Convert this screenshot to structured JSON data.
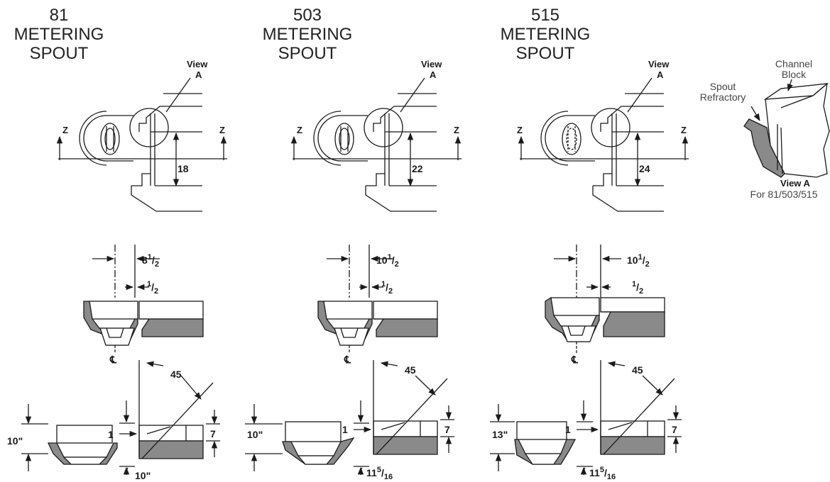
{
  "spouts": [
    {
      "number": "81",
      "word1": "METERING",
      "word2": "SPOUT",
      "view_label": "View",
      "view_letter": "A",
      "z_label": "Z",
      "plan_dim": "18",
      "top_dim": "8",
      "top_dim_frac": "1",
      "top_dim_frac_den": "2",
      "offset_frac": "1",
      "offset_frac_den": "2",
      "cl": "℄",
      "angle": "45",
      "left_height": "10\"",
      "gap": "1",
      "right_height": "7",
      "bottom_dim": "10\"",
      "bottom_dim_frac": "",
      "bottom_dim_frac_den": ""
    },
    {
      "number": "503",
      "word1": "METERING",
      "word2": "SPOUT",
      "view_label": "View",
      "view_letter": "A",
      "z_label": "Z",
      "plan_dim": "22",
      "top_dim": "10",
      "top_dim_frac": "1",
      "top_dim_frac_den": "2",
      "offset_frac": "1",
      "offset_frac_den": "2",
      "cl": "℄",
      "angle": "45",
      "left_height": "10\"",
      "gap": "1",
      "right_height": "7",
      "bottom_dim": "11",
      "bottom_dim_frac": "5",
      "bottom_dim_frac_den": "16"
    },
    {
      "number": "515",
      "word1": "METERING",
      "word2": "SPOUT",
      "view_label": "View",
      "view_letter": "A",
      "z_label": "Z",
      "plan_dim": "24",
      "top_dim": "10",
      "top_dim_frac": "1",
      "top_dim_frac_den": "2",
      "offset_frac": "1",
      "offset_frac_den": "2",
      "cl": "℄",
      "angle": "45",
      "left_height": "13\"",
      "gap": "1",
      "right_height": "7",
      "bottom_dim": "11",
      "bottom_dim_frac": "5",
      "bottom_dim_frac_den": "16"
    }
  ],
  "view_a": {
    "channel_label_1": "Channel",
    "channel_label_2": "Block",
    "spout_label_1": "Spout",
    "spout_label_2": "Refractory",
    "title": "View A",
    "subtitle": "For 81/503/515"
  },
  "colors": {
    "line": "#1a1a1a",
    "refractory_fill": "#8a8a8a",
    "block_fill": "#ffffff"
  }
}
